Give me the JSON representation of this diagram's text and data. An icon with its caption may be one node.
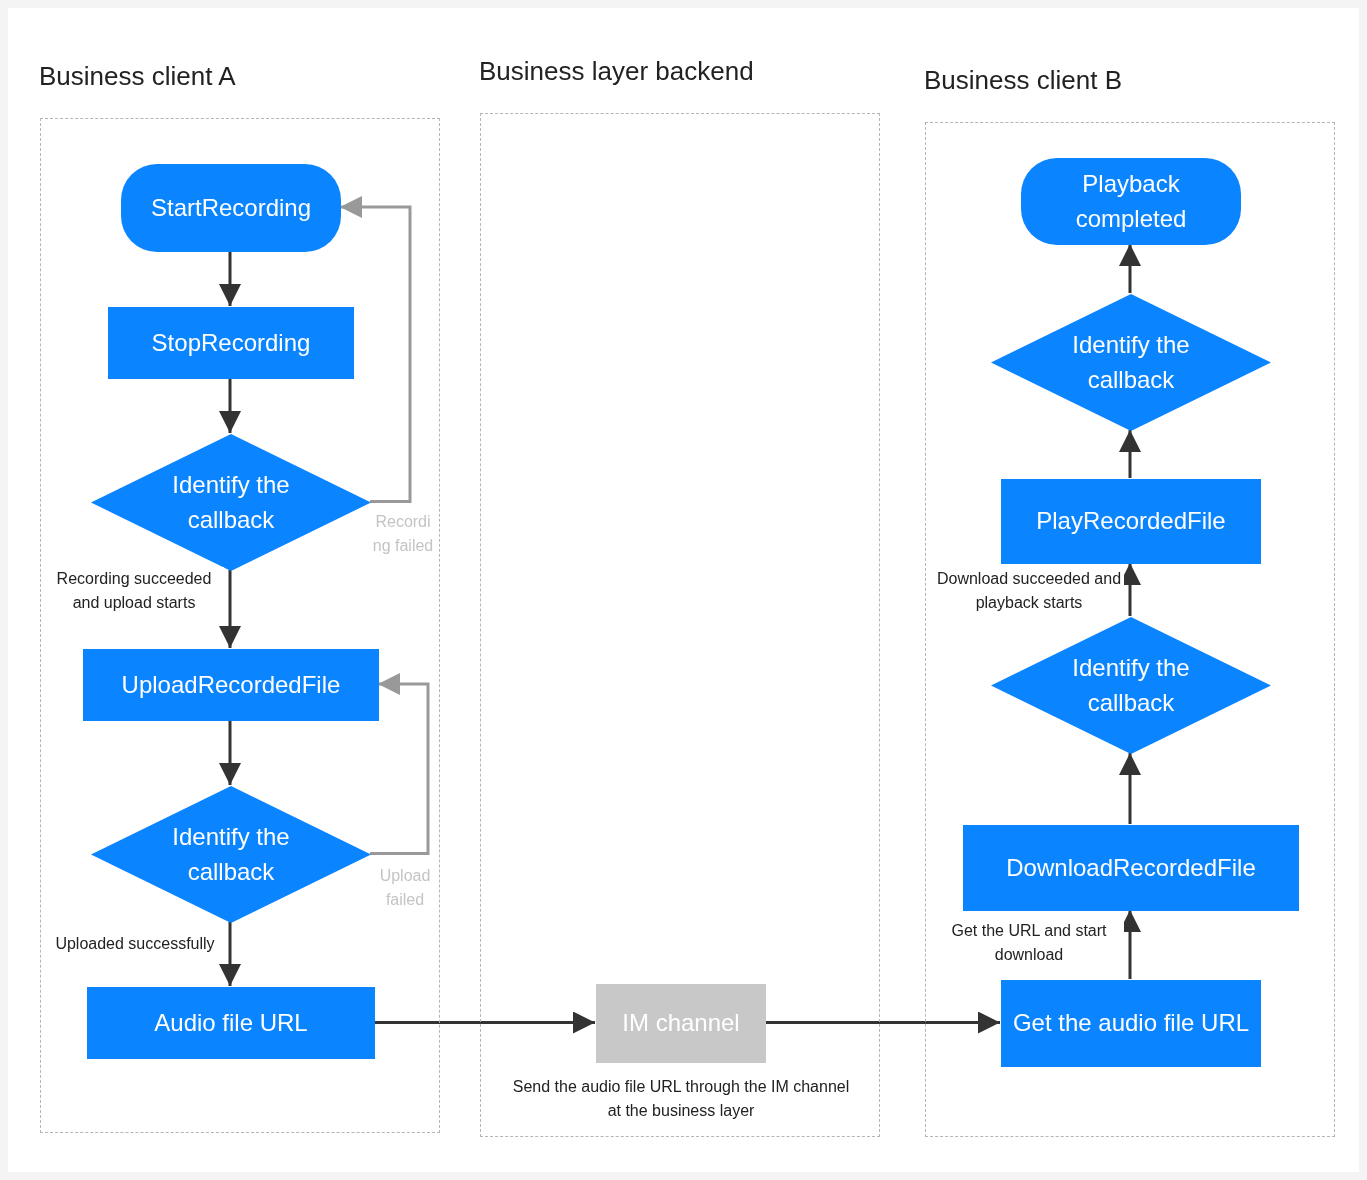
{
  "diagram": {
    "nodes": [
      {
        "text": [
          "Business client A"
        ]
      },
      {
        "text": [
          "StartRecording"
        ],
        "in": 0
      },
      {
        "text": [
          "StopRecording"
        ],
        "in": 0
      },
      {
        "text": [
          "Identify the callback"
        ],
        "in": 0
      },
      {
        "text": [
          "UploadRecordedFile"
        ],
        "in": 0
      },
      {
        "text": [
          "Identify the callback"
        ],
        "in": 0
      },
      {
        "text": [
          "Audio file URL"
        ],
        "in": 0
      },
      {
        "text": [
          "Business layer backend"
        ]
      },
      {
        "text": [
          "IM channel"
        ],
        "in": 7,
        "beside": [
          "Send the audio file URL through the IM channel at the business layer"
        ]
      },
      {
        "text": [
          "Business client B"
        ]
      },
      {
        "text": [
          "Playback completed"
        ],
        "in": 9
      },
      {
        "text": [
          "Identify the callback"
        ],
        "in": 9
      },
      {
        "text": [
          "PlayRecordedFile"
        ],
        "in": 9
      },
      {
        "text": [
          "Identify the callback"
        ],
        "in": 9
      },
      {
        "text": [
          "DownloadRecordedFile"
        ],
        "in": 9
      },
      {
        "text": [
          "Get the audio file URL"
        ],
        "in": 9
      }
    ],
    "edges": [
      {
        "from": 1,
        "to": 2,
        "arrow": "to"
      },
      {
        "from": 2,
        "to": 3,
        "arrow": "to"
      },
      {
        "from": 3,
        "to": 4,
        "arrow": "to",
        "label": "Recording succeeded and upload starts"
      },
      {
        "from": 3,
        "to": 1,
        "arrow": "to",
        "label": "Recording failed",
        "color": "#999999"
      },
      {
        "from": 4,
        "to": 5,
        "arrow": "to"
      },
      {
        "from": 5,
        "to": 4,
        "arrow": "to",
        "label": "Upload failed",
        "color": "#999999"
      },
      {
        "from": 5,
        "to": 6,
        "arrow": "to",
        "label": "Uploaded successfully"
      },
      {
        "from": 6,
        "to": 8,
        "arrow": "to"
      },
      {
        "from": 8,
        "to": 15,
        "arrow": "to"
      },
      {
        "from": 15,
        "to": 14,
        "arrow": "to",
        "label": "Get the URL and start download"
      },
      {
        "from": 14,
        "to": 13,
        "arrow": "to"
      },
      {
        "from": 13,
        "to": 12,
        "arrow": "to",
        "label": "Download succeeded and playback starts"
      },
      {
        "from": 12,
        "to": 11,
        "arrow": "to"
      },
      {
        "from": 11,
        "to": 10,
        "arrow": "to"
      }
    ]
  }
}
